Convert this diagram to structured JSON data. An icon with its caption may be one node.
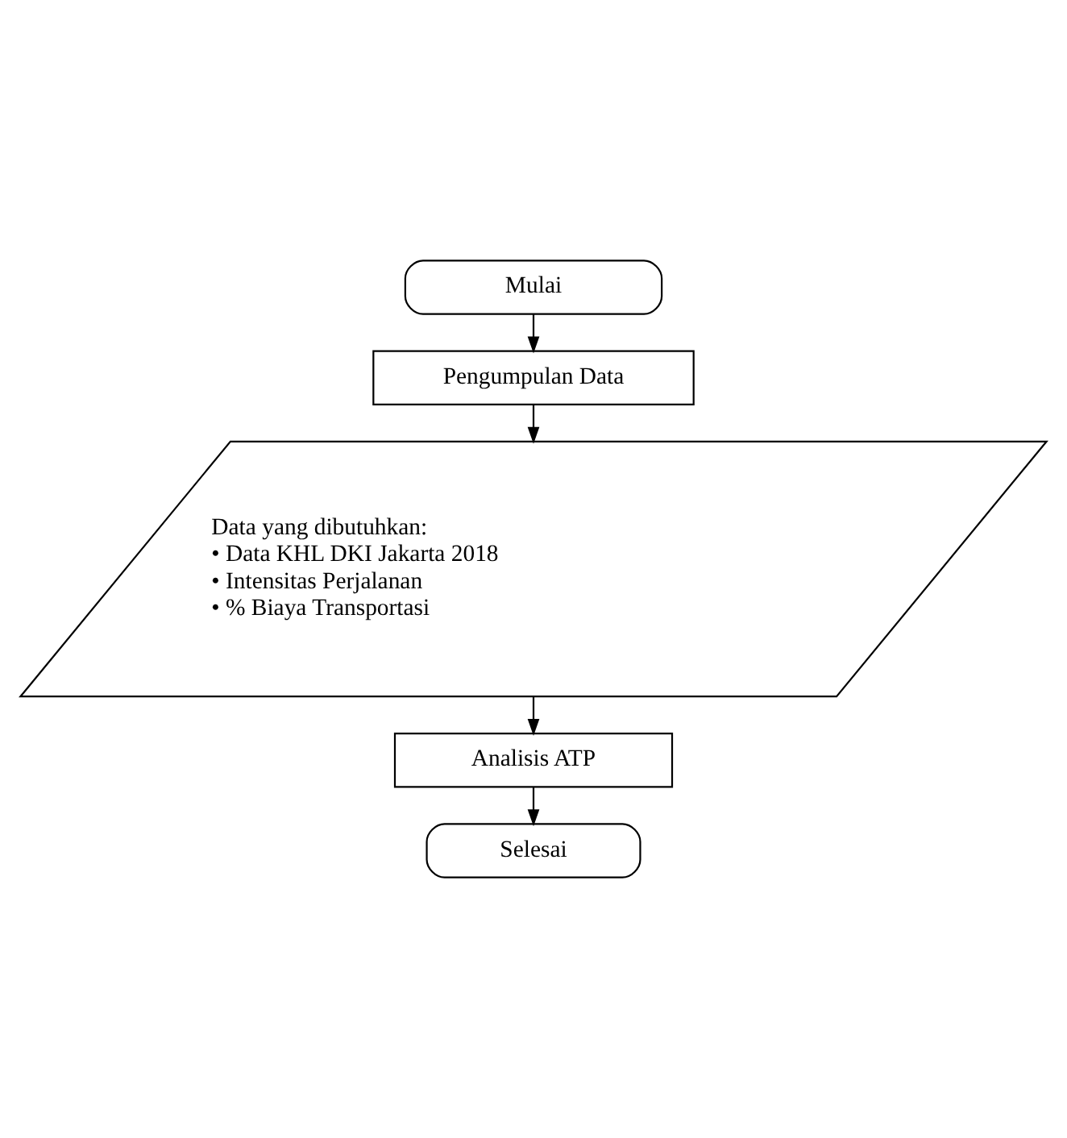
{
  "diagram": {
    "nodes": [
      {
        "text": [
          "Mulai"
        ]
      },
      {
        "text": [
          "Pengumpulan Data"
        ]
      },
      {
        "text": [
          "Data yang dibutuhkan:",
          "• Data KHL DKI Jakarta 2018",
          "• Intensitas Perjalanan",
          "• % Biaya Transportasi"
        ]
      },
      {
        "text": [
          "Analisis ATP"
        ]
      },
      {
        "text": [
          "Selesai"
        ]
      }
    ],
    "edges": [
      {
        "from": 0,
        "to": 1,
        "arrow": "to"
      },
      {
        "from": 1,
        "to": 2,
        "arrow": "to"
      },
      {
        "from": 2,
        "to": 3,
        "arrow": "to"
      },
      {
        "from": 3,
        "to": 4,
        "arrow": "to"
      }
    ]
  }
}
